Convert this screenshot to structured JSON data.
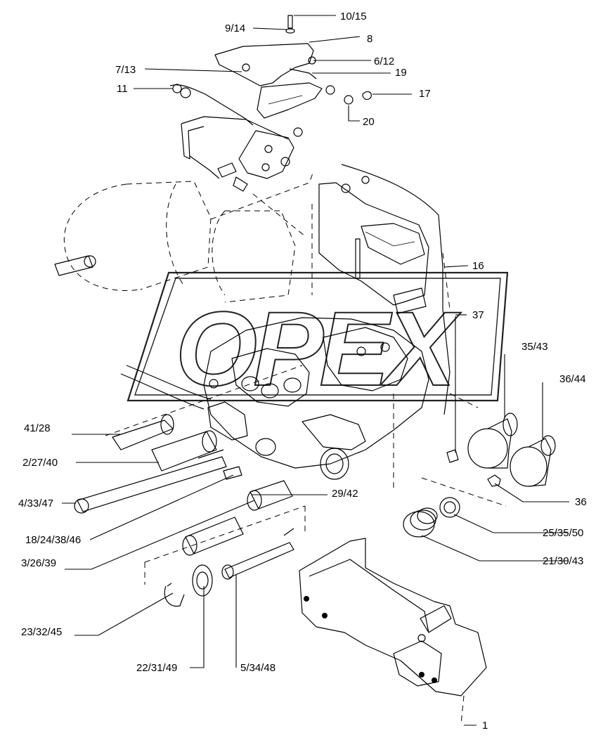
{
  "watermark": "OPEX",
  "callouts": [
    {
      "id": "c-10-15",
      "text": "10/15"
    },
    {
      "id": "c-9-14",
      "text": "9/14"
    },
    {
      "id": "c-8",
      "text": "8"
    },
    {
      "id": "c-6-12",
      "text": "6/12"
    },
    {
      "id": "c-7-13",
      "text": "7/13"
    },
    {
      "id": "c-19",
      "text": "19"
    },
    {
      "id": "c-11",
      "text": "11"
    },
    {
      "id": "c-17",
      "text": "17"
    },
    {
      "id": "c-20",
      "text": "20"
    },
    {
      "id": "c-16",
      "text": "16"
    },
    {
      "id": "c-37",
      "text": "37"
    },
    {
      "id": "c-35-43",
      "text": "35/43"
    },
    {
      "id": "c-36-44",
      "text": "36/44"
    },
    {
      "id": "c-41-28",
      "text": "41/28"
    },
    {
      "id": "c-2-27-40",
      "text": "2/27/40"
    },
    {
      "id": "c-29-42",
      "text": "29/42"
    },
    {
      "id": "c-4-33-47",
      "text": "4/33/47"
    },
    {
      "id": "c-36",
      "text": "36"
    },
    {
      "id": "c-25-35-50",
      "text": "25/35/50"
    },
    {
      "id": "c-18-24-38-46",
      "text": "18/24/38/46"
    },
    {
      "id": "c-3-26-39",
      "text": "3/26/39"
    },
    {
      "id": "c-21-30-43",
      "text": "21/30/43"
    },
    {
      "id": "c-23-32-45",
      "text": "23/32/45"
    },
    {
      "id": "c-22-31-49",
      "text": "22/31/49"
    },
    {
      "id": "c-5-34-48",
      "text": "5/34/48"
    },
    {
      "id": "c-1",
      "text": "1"
    }
  ]
}
